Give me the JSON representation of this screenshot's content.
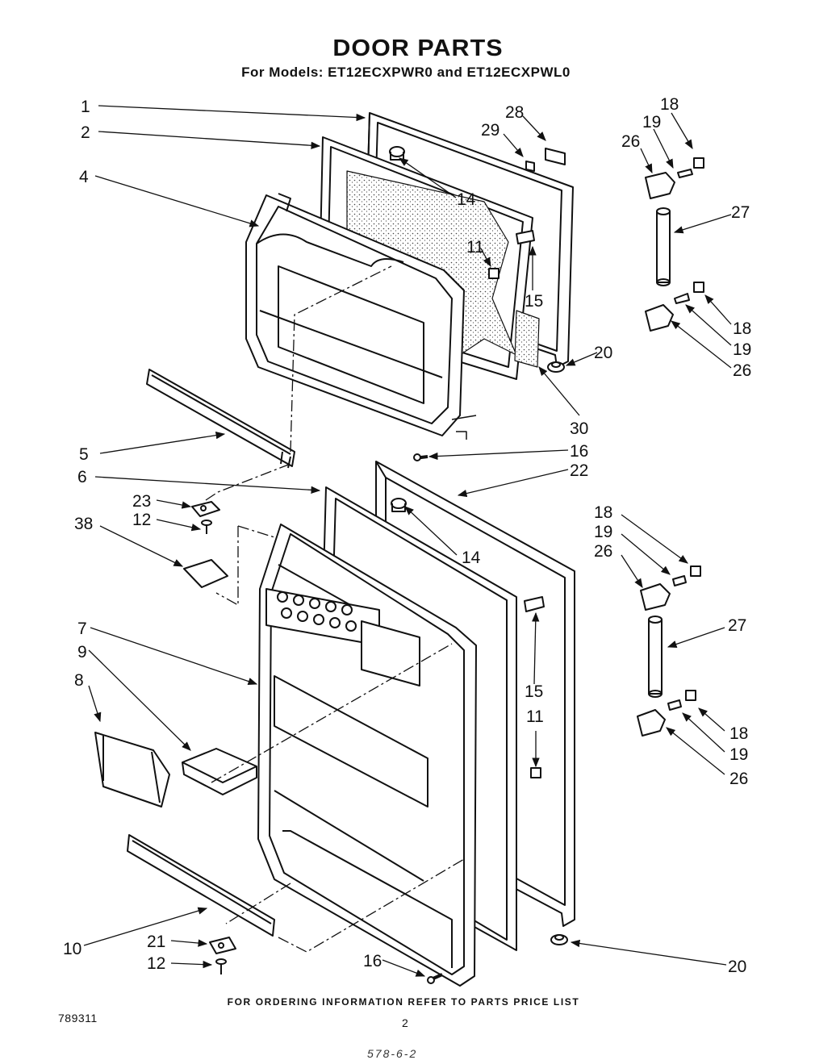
{
  "header": {
    "title": "DOOR PARTS",
    "subtitle": "For Models: ET12ECXPWR0 and ET12ECXPWL0"
  },
  "callouts": {
    "c1": "1",
    "c2": "2",
    "c4": "4",
    "c5": "5",
    "c6": "6",
    "c7": "7",
    "c8": "8",
    "c9": "9",
    "c10": "10",
    "c11a": "11",
    "c11b": "11",
    "c12a": "12",
    "c12b": "12",
    "c14a": "14",
    "c14b": "14",
    "c15a": "15",
    "c15b": "15",
    "c16a": "16",
    "c16b": "16",
    "c18a": "18",
    "c18b": "18",
    "c18c": "18",
    "c18d": "18",
    "c19a": "19",
    "c19b": "19",
    "c19c": "19",
    "c19d": "19",
    "c20a": "20",
    "c20b": "20",
    "c21": "21",
    "c22": "22",
    "c23": "23",
    "c26a": "26",
    "c26b": "26",
    "c26c": "26",
    "c26d": "26",
    "c27a": "27",
    "c27b": "27",
    "c28": "28",
    "c29": "29",
    "c30": "30",
    "c38": "38"
  },
  "footer": {
    "ordering_note": "FOR ORDERING INFORMATION REFER TO PARTS PRICE LIST",
    "doc_number": "789311",
    "page_number": "2",
    "handwritten": "578-6-2"
  }
}
